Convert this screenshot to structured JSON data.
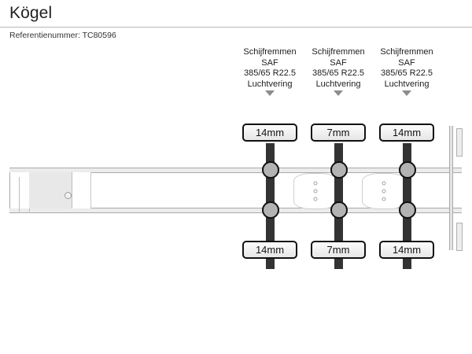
{
  "header": {
    "brand": "Kögel",
    "reference_label": "Referentienummer: TC80596"
  },
  "diagram": {
    "vehicle_type": "semi-trailer-chassis-schematic",
    "axles": [
      {
        "id": "axle-1",
        "brake_type": "Schijfremmen",
        "make": "SAF",
        "tyre_size": "385/65 R22.5",
        "suspension": "Luchtvering",
        "left_tread_mm": "14mm",
        "right_tread_mm": "14mm"
      },
      {
        "id": "axle-2",
        "brake_type": "Schijfremmen",
        "make": "SAF",
        "tyre_size": "385/65 R22.5",
        "suspension": "Luchtvering",
        "left_tread_mm": "7mm",
        "right_tread_mm": "7mm"
      },
      {
        "id": "axle-3",
        "brake_type": "Schijfremmen",
        "make": "SAF",
        "tyre_size": "385/65 R22.5",
        "suspension": "Luchtvering",
        "left_tread_mm": "14mm",
        "right_tread_mm": "14mm"
      }
    ]
  },
  "colors": {
    "page_background": "#ffffff",
    "text": "#1a1a1a",
    "divider": "#b8b8b8",
    "axle_bar": "#333333",
    "axle_hub_fill": "#b3b3b3",
    "axle_hub_border": "#111111",
    "badge_border": "#111111",
    "badge_fill": "#ededed",
    "frame_line": "#a9a9a9",
    "frame_fill": "#ececec",
    "kingpin_plate": "#e8e8e8",
    "arrow": "#8c8c8c"
  }
}
